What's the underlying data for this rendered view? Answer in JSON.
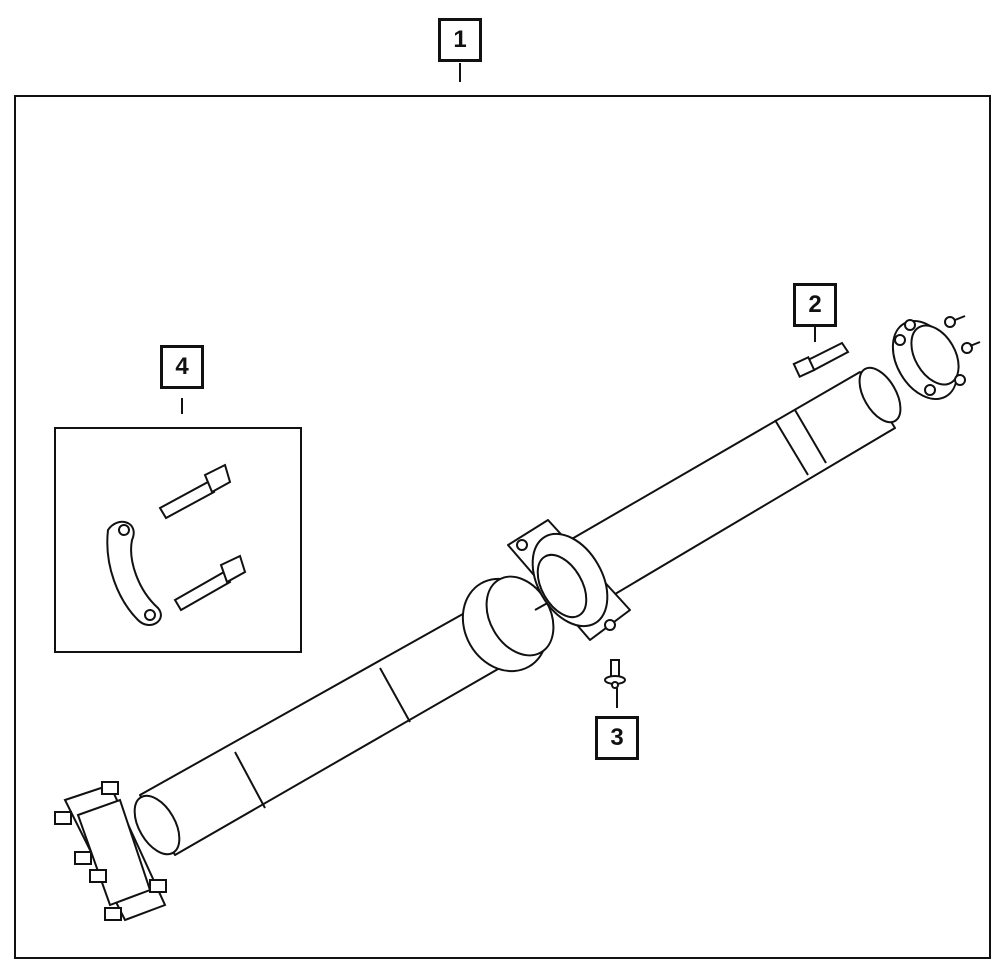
{
  "diagram": {
    "callouts": [
      {
        "id": "1",
        "label": "1"
      },
      {
        "id": "2",
        "label": "2"
      },
      {
        "id": "3",
        "label": "3"
      },
      {
        "id": "4",
        "label": "4"
      }
    ],
    "colors": {
      "line": "#111111",
      "fill": "#ffffff"
    }
  }
}
